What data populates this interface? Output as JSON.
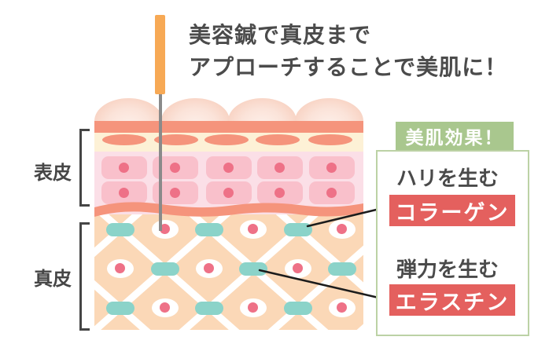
{
  "heading": {
    "line1": "美容鍼で真皮まで",
    "line2": "アプローチすることで美肌に！"
  },
  "labels": {
    "epidermis": "表皮",
    "dermis": "真皮"
  },
  "panel": {
    "badge": "美肌効果！",
    "items": [
      {
        "caption": "ハリを生む",
        "term": "コラーゲン"
      },
      {
        "caption": "弾力を生む",
        "term": "エラスチン"
      }
    ]
  },
  "colors": {
    "badge_green": "#a9c78e",
    "panel_border_green": "#bcd2a5",
    "tag_red": "#e4605e",
    "fiber_teal": "#8bd3c9",
    "skin_salmon": "#f5947c",
    "cream_band": "#fdf1d6",
    "pink_band": "#fbdfe7",
    "epidermis_cell_pink": "#f9c0cb",
    "nucleus_pink": "#ee7187",
    "dermis_peach": "#fbd8b7",
    "lattice_white": "#ffffff",
    "needle_orange": "#f7a955",
    "needle_gray": "#8a8a8a",
    "heading_text": "#4b4b4b",
    "connector_black": "#1c1c1c"
  }
}
